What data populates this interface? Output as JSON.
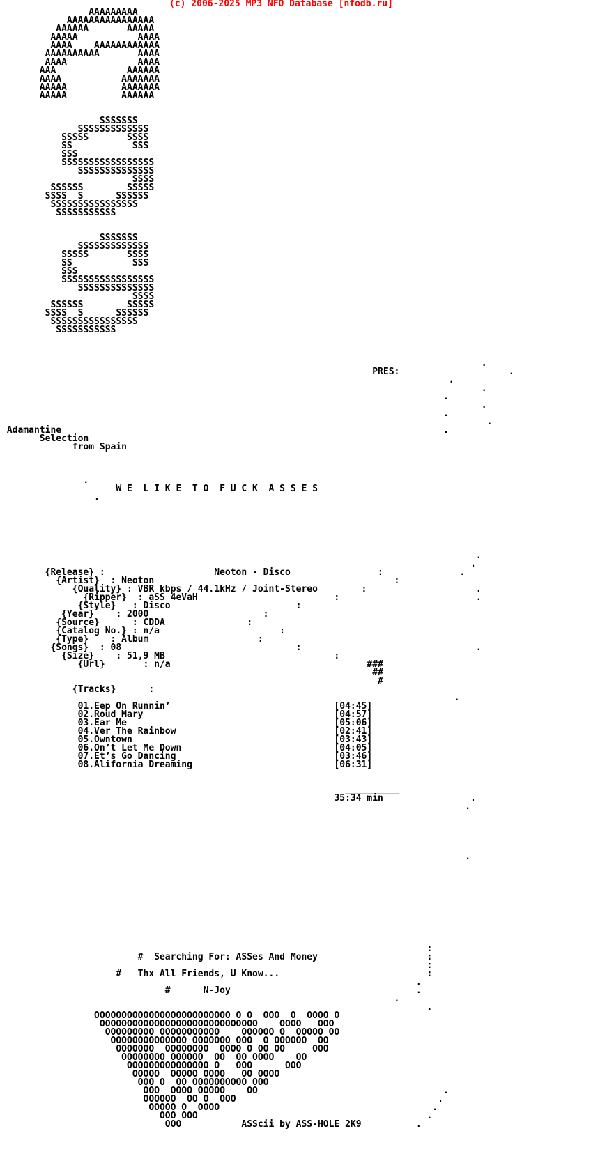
{
  "site_header": {
    "text": "(c) 2006-2025 MP3 NFO Database [nfodb.ru]",
    "color": "#ff0000"
  },
  "group": {
    "presents_label": "PRES:",
    "name_lines": [
      "Adamantine",
      "Selection",
      "from Spain"
    ],
    "motto": "W E  L I K E  T O  F U C K  A S S E S"
  },
  "release_info": {
    "fields": [
      {
        "label": "{Release}",
        "value": "Neoton - Disco"
      },
      {
        "label": "{Artist}",
        "value": "Neoton"
      },
      {
        "label": "{Quality}",
        "value": "VBR kbps / 44.1kHz / Joint-Stereo"
      },
      {
        "label": "{Ripper}",
        "value": "aSS 4eVaH"
      },
      {
        "label": "{Style}",
        "value": "Disco"
      },
      {
        "label": "{Year}",
        "value": "2000"
      },
      {
        "label": "{Source}",
        "value": "CDDA"
      },
      {
        "label": "{Catalog No.}",
        "value": "n/a"
      },
      {
        "label": "{Type}",
        "value": "Album"
      },
      {
        "label": "{Songs}",
        "value": "08"
      },
      {
        "label": "{Size}",
        "value": "51,9 MB"
      },
      {
        "label": "{Url}",
        "value": "n/a"
      }
    ],
    "tracks_label": "{Tracks}",
    "tracks": [
      {
        "num": "01",
        "title": "Eep On Runnin’",
        "duration": "[04:45]"
      },
      {
        "num": "02",
        "title": "Roud Mary",
        "duration": "[04:57]"
      },
      {
        "num": "03",
        "title": "Ear Me",
        "duration": "[05:06]"
      },
      {
        "num": "04",
        "title": "Ver The Rainbow",
        "duration": "[02:41]"
      },
      {
        "num": "05",
        "title": "Owntown",
        "duration": "[03:43]"
      },
      {
        "num": "06",
        "title": "On’t Let Me Down",
        "duration": "[04:05]"
      },
      {
        "num": "07",
        "title": "Et’s Go Dancing",
        "duration": "[03:46]"
      },
      {
        "num": "08",
        "title": "Alifornia Dreaming",
        "duration": "[06:31]"
      }
    ],
    "total_duration": "35:34 min"
  },
  "messages": [
    "#  Searching For: ASSes And Money",
    "#   Thx All Friends, U Know...",
    "#      N-Joy"
  ],
  "credit": "ASScii by ASS-HOLE 2K9",
  "nfo": {
    "lines": [
      [
        [
          16,
          "AAAAAAAAA"
        ]
      ],
      [
        [
          12,
          "AAAAAAAAAAAAAAAA"
        ]
      ],
      [
        [
          10,
          "AAAAAA"
        ],
        [
          23,
          "AAAAA"
        ]
      ],
      [
        [
          9,
          "AAAAA"
        ],
        [
          25,
          "AAAA"
        ]
      ],
      [
        [
          9,
          "AAAA"
        ],
        [
          17,
          "AAAAAAAAAAAA"
        ]
      ],
      [
        [
          8,
          "AAAAAAAAAA"
        ],
        [
          25,
          "AAAA"
        ]
      ],
      [
        [
          8,
          "AAAA"
        ],
        [
          25,
          "AAAA"
        ]
      ],
      [
        [
          7,
          "AAA"
        ],
        [
          23,
          "AAAAAA"
        ]
      ],
      [
        [
          7,
          "AAAA"
        ],
        [
          22,
          "AAAAAAA"
        ]
      ],
      [
        [
          7,
          "AAAAA"
        ],
        [
          22,
          "AAAAAAA"
        ]
      ],
      [
        [
          7,
          "AAAAA"
        ],
        [
          22,
          "AAAAAA"
        ]
      ],
      [],
      [],
      [
        [
          18,
          "SSSSSSS"
        ]
      ],
      [
        [
          14,
          "SSSSSSSSSSSSS"
        ]
      ],
      [
        [
          11,
          "SSSSS"
        ],
        [
          23,
          "SSSS"
        ]
      ],
      [
        [
          11,
          "SS"
        ],
        [
          24,
          "SSS"
        ]
      ],
      [
        [
          11,
          "SSS"
        ]
      ],
      [
        [
          11,
          "SSSSSSSSSSSSSSSSS"
        ]
      ],
      [
        [
          14,
          "SSSSSSSSSSSSSS"
        ]
      ],
      [
        [
          24,
          "SSSS"
        ]
      ],
      [
        [
          9,
          "SSSSSS"
        ],
        [
          23,
          "SSSSS"
        ]
      ],
      [
        [
          8,
          "SSSS"
        ],
        [
          14,
          "S"
        ],
        [
          21,
          "SSSSSS"
        ]
      ],
      [
        [
          9,
          "SSSSSSSSSSSSSSSS"
        ]
      ],
      [
        [
          10,
          "SSSSSSSSSSS"
        ]
      ],
      [],
      [],
      [
        [
          18,
          "SSSSSSS"
        ]
      ],
      [
        [
          14,
          "SSSSSSSSSSSSS"
        ]
      ],
      [
        [
          11,
          "SSSSS"
        ],
        [
          23,
          "SSSS"
        ]
      ],
      [
        [
          11,
          "SS"
        ],
        [
          24,
          "SSS"
        ]
      ],
      [
        [
          11,
          "SSS"
        ]
      ],
      [
        [
          11,
          "SSSSSSSSSSSSSSSSS"
        ]
      ],
      [
        [
          14,
          "SSSSSSSSSSSSSS"
        ]
      ],
      [
        [
          24,
          "SSSS"
        ]
      ],
      [
        [
          9,
          "SSSSSS"
        ],
        [
          23,
          "SSSSS"
        ]
      ],
      [
        [
          8,
          "SSSS"
        ],
        [
          14,
          "S"
        ],
        [
          21,
          "SSSSSS"
        ]
      ],
      [
        [
          9,
          "SSSSSSSSSSSSSSSS"
        ]
      ],
      [
        [
          10,
          "SSSSSSSSSSS"
        ]
      ],
      [],
      [],
      [],
      [
        [
          88,
          "."
        ]
      ],
      [
        [
          68,
          "PRES:"
        ],
        [
          93,
          "."
        ]
      ],
      [
        [
          82,
          "."
        ]
      ],
      [
        [
          88,
          "."
        ]
      ],
      [
        [
          81,
          "."
        ]
      ],
      [
        [
          88,
          "."
        ]
      ],
      [
        [
          81,
          "."
        ]
      ],
      [
        [
          89,
          "."
        ]
      ],
      [
        [
          1,
          "Adamantine"
        ],
        [
          81,
          "."
        ]
      ],
      [
        [
          7,
          "Selection"
        ]
      ],
      [
        [
          13,
          "from Spain"
        ]
      ],
      [],
      [],
      [],
      [
        [
          15,
          "."
        ]
      ],
      [
        [
          21,
          "W E  L I K E  T O  F U C K  A S S E S"
        ]
      ],
      [
        [
          17,
          "."
        ]
      ],
      [],
      [],
      [],
      [],
      [],
      [],
      [
        [
          87,
          "."
        ]
      ],
      [
        [
          86,
          "."
        ]
      ],
      [
        [
          8,
          "{Release} :"
        ],
        [
          39,
          "Neoton - Disco"
        ],
        [
          69,
          ":"
        ],
        [
          84,
          "."
        ]
      ],
      [
        [
          10,
          "{Artist}  : Neoton"
        ],
        [
          72,
          ":"
        ]
      ],
      [
        [
          13,
          "{Quality} : VBR kbps / 44.1kHz / Joint-Stereo"
        ],
        [
          66,
          ":"
        ],
        [
          87,
          "."
        ]
      ],
      [
        [
          15,
          "{Ripper}  : aSS 4eVaH"
        ],
        [
          61,
          ":"
        ],
        [
          87,
          "."
        ]
      ],
      [
        [
          14,
          "{Style}   : Disco"
        ],
        [
          54,
          ":"
        ]
      ],
      [
        [
          11,
          "{Year}    : 2000"
        ],
        [
          48,
          ":"
        ]
      ],
      [
        [
          10,
          "{Source}      : CDDA"
        ],
        [
          45,
          ":"
        ]
      ],
      [
        [
          10,
          "{Catalog No.} : n/a"
        ],
        [
          51,
          ":"
        ]
      ],
      [
        [
          10,
          "{Type}    : Album"
        ],
        [
          47,
          ":"
        ]
      ],
      [
        [
          9,
          "{Songs}  : 08"
        ],
        [
          54,
          ":"
        ],
        [
          87,
          "."
        ]
      ],
      [
        [
          11,
          "{Size}    : 51,9 MB"
        ],
        [
          61,
          ":"
        ]
      ],
      [
        [
          14,
          "{Url}       : n/a"
        ],
        [
          67,
          "###"
        ]
      ],
      [
        [
          68,
          "##"
        ]
      ],
      [
        [
          69,
          "#"
        ]
      ],
      [
        [
          13,
          "{Tracks}"
        ],
        [
          27,
          ":"
        ]
      ],
      [
        [
          83,
          "."
        ]
      ],
      [
        [
          14,
          "01.Eep On Runnin’"
        ],
        [
          61,
          "[04:45]"
        ]
      ],
      [
        [
          14,
          "02.Roud Mary"
        ],
        [
          61,
          "[04:57]"
        ]
      ],
      [
        [
          14,
          "03.Ear Me"
        ],
        [
          61,
          "[05:06]"
        ]
      ],
      [
        [
          14,
          "04.Ver The Rainbow"
        ],
        [
          61,
          "[02:41]"
        ]
      ],
      [
        [
          14,
          "05.Owntown"
        ],
        [
          61,
          "[03:43]"
        ]
      ],
      [
        [
          14,
          "06.On’t Let Me Down"
        ],
        [
          61,
          "[04:05]"
        ]
      ],
      [
        [
          14,
          "07.Et’s Go Dancing"
        ],
        [
          61,
          "[03:46]"
        ]
      ],
      [
        [
          14,
          "08.Alifornia Dreaming"
        ],
        [
          61,
          "[06:31]"
        ]
      ],
      [],
      [],
      [
        [
          63,
          "__________"
        ]
      ],
      [
        [
          61,
          "35:34 min"
        ],
        [
          86,
          "."
        ]
      ],
      [
        [
          85,
          "."
        ]
      ],
      [],
      [],
      [],
      [],
      [],
      [
        [
          85,
          "."
        ]
      ],
      [],
      [],
      [],
      [],
      [],
      [],
      [],
      [],
      [],
      [],
      [
        [
          78,
          ":"
        ]
      ],
      [
        [
          25,
          "#"
        ],
        [
          28,
          "Searching For: ASSes And Money"
        ],
        [
          78,
          ":"
        ]
      ],
      [
        [
          78,
          ":"
        ]
      ],
      [
        [
          21,
          "#"
        ],
        [
          25,
          "Thx All Friends, U Know..."
        ],
        [
          78,
          ":"
        ]
      ],
      [
        [
          76,
          "."
        ]
      ],
      [
        [
          30,
          "#"
        ],
        [
          37,
          "N-Joy"
        ],
        [
          76,
          "."
        ]
      ],
      [
        [
          72,
          "."
        ]
      ],
      [
        [
          78,
          "."
        ]
      ],
      [
        [
          17,
          "OOOOOOOOOOOOOOOOOOOOOOOOO"
        ],
        [
          43,
          "O"
        ],
        [
          45,
          "O"
        ],
        [
          48,
          "OOO"
        ],
        [
          53,
          "O"
        ],
        [
          56,
          "OOOO"
        ],
        [
          61,
          "O"
        ]
      ],
      [
        [
          18,
          "OOOOOOOOOOOOOOOOOOOOOOOOOOOOO"
        ],
        [
          51,
          "OOOO"
        ],
        [
          58,
          "OOO"
        ]
      ],
      [
        [
          19,
          "OOOOOOOOO"
        ],
        [
          29,
          "OOOOOOOOOOO"
        ],
        [
          44,
          "OOOOOO"
        ],
        [
          51,
          "O"
        ],
        [
          54,
          "OOOOO"
        ],
        [
          60,
          "OO"
        ]
      ],
      [
        [
          20,
          "OOOOOOOOOOOOOO"
        ],
        [
          35,
          "OOOOOOO"
        ],
        [
          43,
          "OOO"
        ],
        [
          48,
          "O"
        ],
        [
          50,
          "OOOOOO"
        ],
        [
          58,
          "OO"
        ]
      ],
      [
        [
          21,
          "OOOOOOO"
        ],
        [
          30,
          "OOOOOOOO"
        ],
        [
          40,
          "OOOO"
        ],
        [
          45,
          "O"
        ],
        [
          47,
          "OO"
        ],
        [
          50,
          "OO"
        ],
        [
          57,
          "OOO"
        ]
      ],
      [
        [
          22,
          "OOOOOOOO"
        ],
        [
          31,
          "OOOOOO"
        ],
        [
          39,
          "OO"
        ],
        [
          43,
          "OO"
        ],
        [
          46,
          "OOOO"
        ],
        [
          54,
          "OO"
        ]
      ],
      [
        [
          23,
          "OOOOOOOOOOOOOOO"
        ],
        [
          39,
          "O"
        ],
        [
          43,
          "OOO"
        ],
        [
          52,
          "OOO"
        ]
      ],
      [
        [
          24,
          "OOOOO"
        ],
        [
          31,
          "OOOOO"
        ],
        [
          37,
          "OOOO"
        ],
        [
          44,
          "OO"
        ],
        [
          47,
          "OOOO"
        ]
      ],
      [
        [
          25,
          "OOO"
        ],
        [
          29,
          "O"
        ],
        [
          32,
          "OO"
        ],
        [
          35,
          "OOOOOOOOOO"
        ],
        [
          46,
          "OOO"
        ]
      ],
      [
        [
          26,
          "OOO"
        ],
        [
          31,
          "OOOO"
        ],
        [
          36,
          "OOOOO"
        ],
        [
          45,
          "OO"
        ],
        [
          81,
          "."
        ]
      ],
      [
        [
          26,
          "OOOOOO"
        ],
        [
          34,
          "OO"
        ],
        [
          37,
          "O"
        ],
        [
          40,
          "OOO"
        ],
        [
          80,
          "."
        ]
      ],
      [
        [
          27,
          "OOOOO"
        ],
        [
          33,
          "O"
        ],
        [
          36,
          "OOOO"
        ],
        [
          79,
          "."
        ]
      ],
      [
        [
          29,
          "OOO"
        ],
        [
          33,
          "OOO"
        ],
        [
          78,
          "."
        ]
      ],
      [
        [
          30,
          "OOO"
        ],
        [
          44,
          "ASScii by ASS-HOLE 2K9"
        ],
        [
          76,
          "."
        ]
      ],
      [],
      [],
      []
    ]
  }
}
